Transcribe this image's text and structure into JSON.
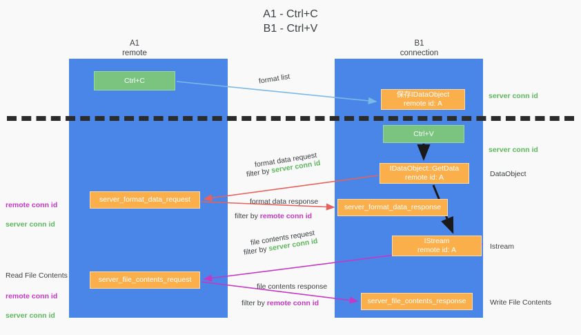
{
  "diagram": {
    "title": "A1 - Ctrl+C\nB1 - Ctrl+V",
    "colors": {
      "lane": "#4a86e8",
      "green_box": "#7ac47f",
      "orange_box": "#fbaf4b",
      "server_conn_id": "#5cb85c",
      "remote_conn_id": "#c438c4",
      "arrow_blue": "#7ab8e8",
      "arrow_red": "#e8615a",
      "arrow_magenta": "#c438c4",
      "arrow_black": "#1a1a1a",
      "background": "#f9f9f9"
    },
    "lanes": [
      {
        "name": "lane-a1",
        "title": "A1\nremote"
      },
      {
        "name": "lane-b1",
        "title": "B1\nconnection"
      }
    ],
    "boxes": {
      "ctrl_c": "Ctrl+C",
      "store_dataobject": "保存IDataObject\nremote id: A",
      "ctrl_v": "Ctrl+V",
      "getdata": "IDataObject::GetData\nremote id: A",
      "format_data_request": "server_format_data_request",
      "format_data_response": "server_format_data_response",
      "istream": "IStream\nremote id: A",
      "file_contents_request": "server_file_contents_request",
      "file_contents_response": "server_file_contents_response"
    },
    "arrow_labels": {
      "format_list": "format list",
      "format_data_request": "format data request",
      "format_data_request_filter_prefix": "filter by ",
      "format_data_request_filter_key": "server conn id",
      "format_data_response": "format data response",
      "format_data_response_filter_prefix": "filter by ",
      "format_data_response_filter_key": "remote conn id",
      "file_contents_request": "file contents request",
      "file_contents_request_filter_prefix": "filter by ",
      "file_contents_request_filter_key": "server conn id",
      "file_contents_response": "file contents response",
      "file_contents_response_filter_prefix": "filter by ",
      "file_contents_response_filter_key": "remote conn id"
    },
    "annotations": {
      "left_ids_1_remote": "remote conn id",
      "left_ids_1_server": "server conn id",
      "read_file_contents": "Read File Contents",
      "left_ids_2_remote": "remote conn id",
      "left_ids_2_server": "server conn id",
      "right_server_conn_id_top": "server conn id",
      "right_server_conn_id_mid": "server conn id",
      "right_dataobject": "DataObject",
      "right_istream": "Istream",
      "right_write_file_contents": "Write File Contents"
    }
  }
}
